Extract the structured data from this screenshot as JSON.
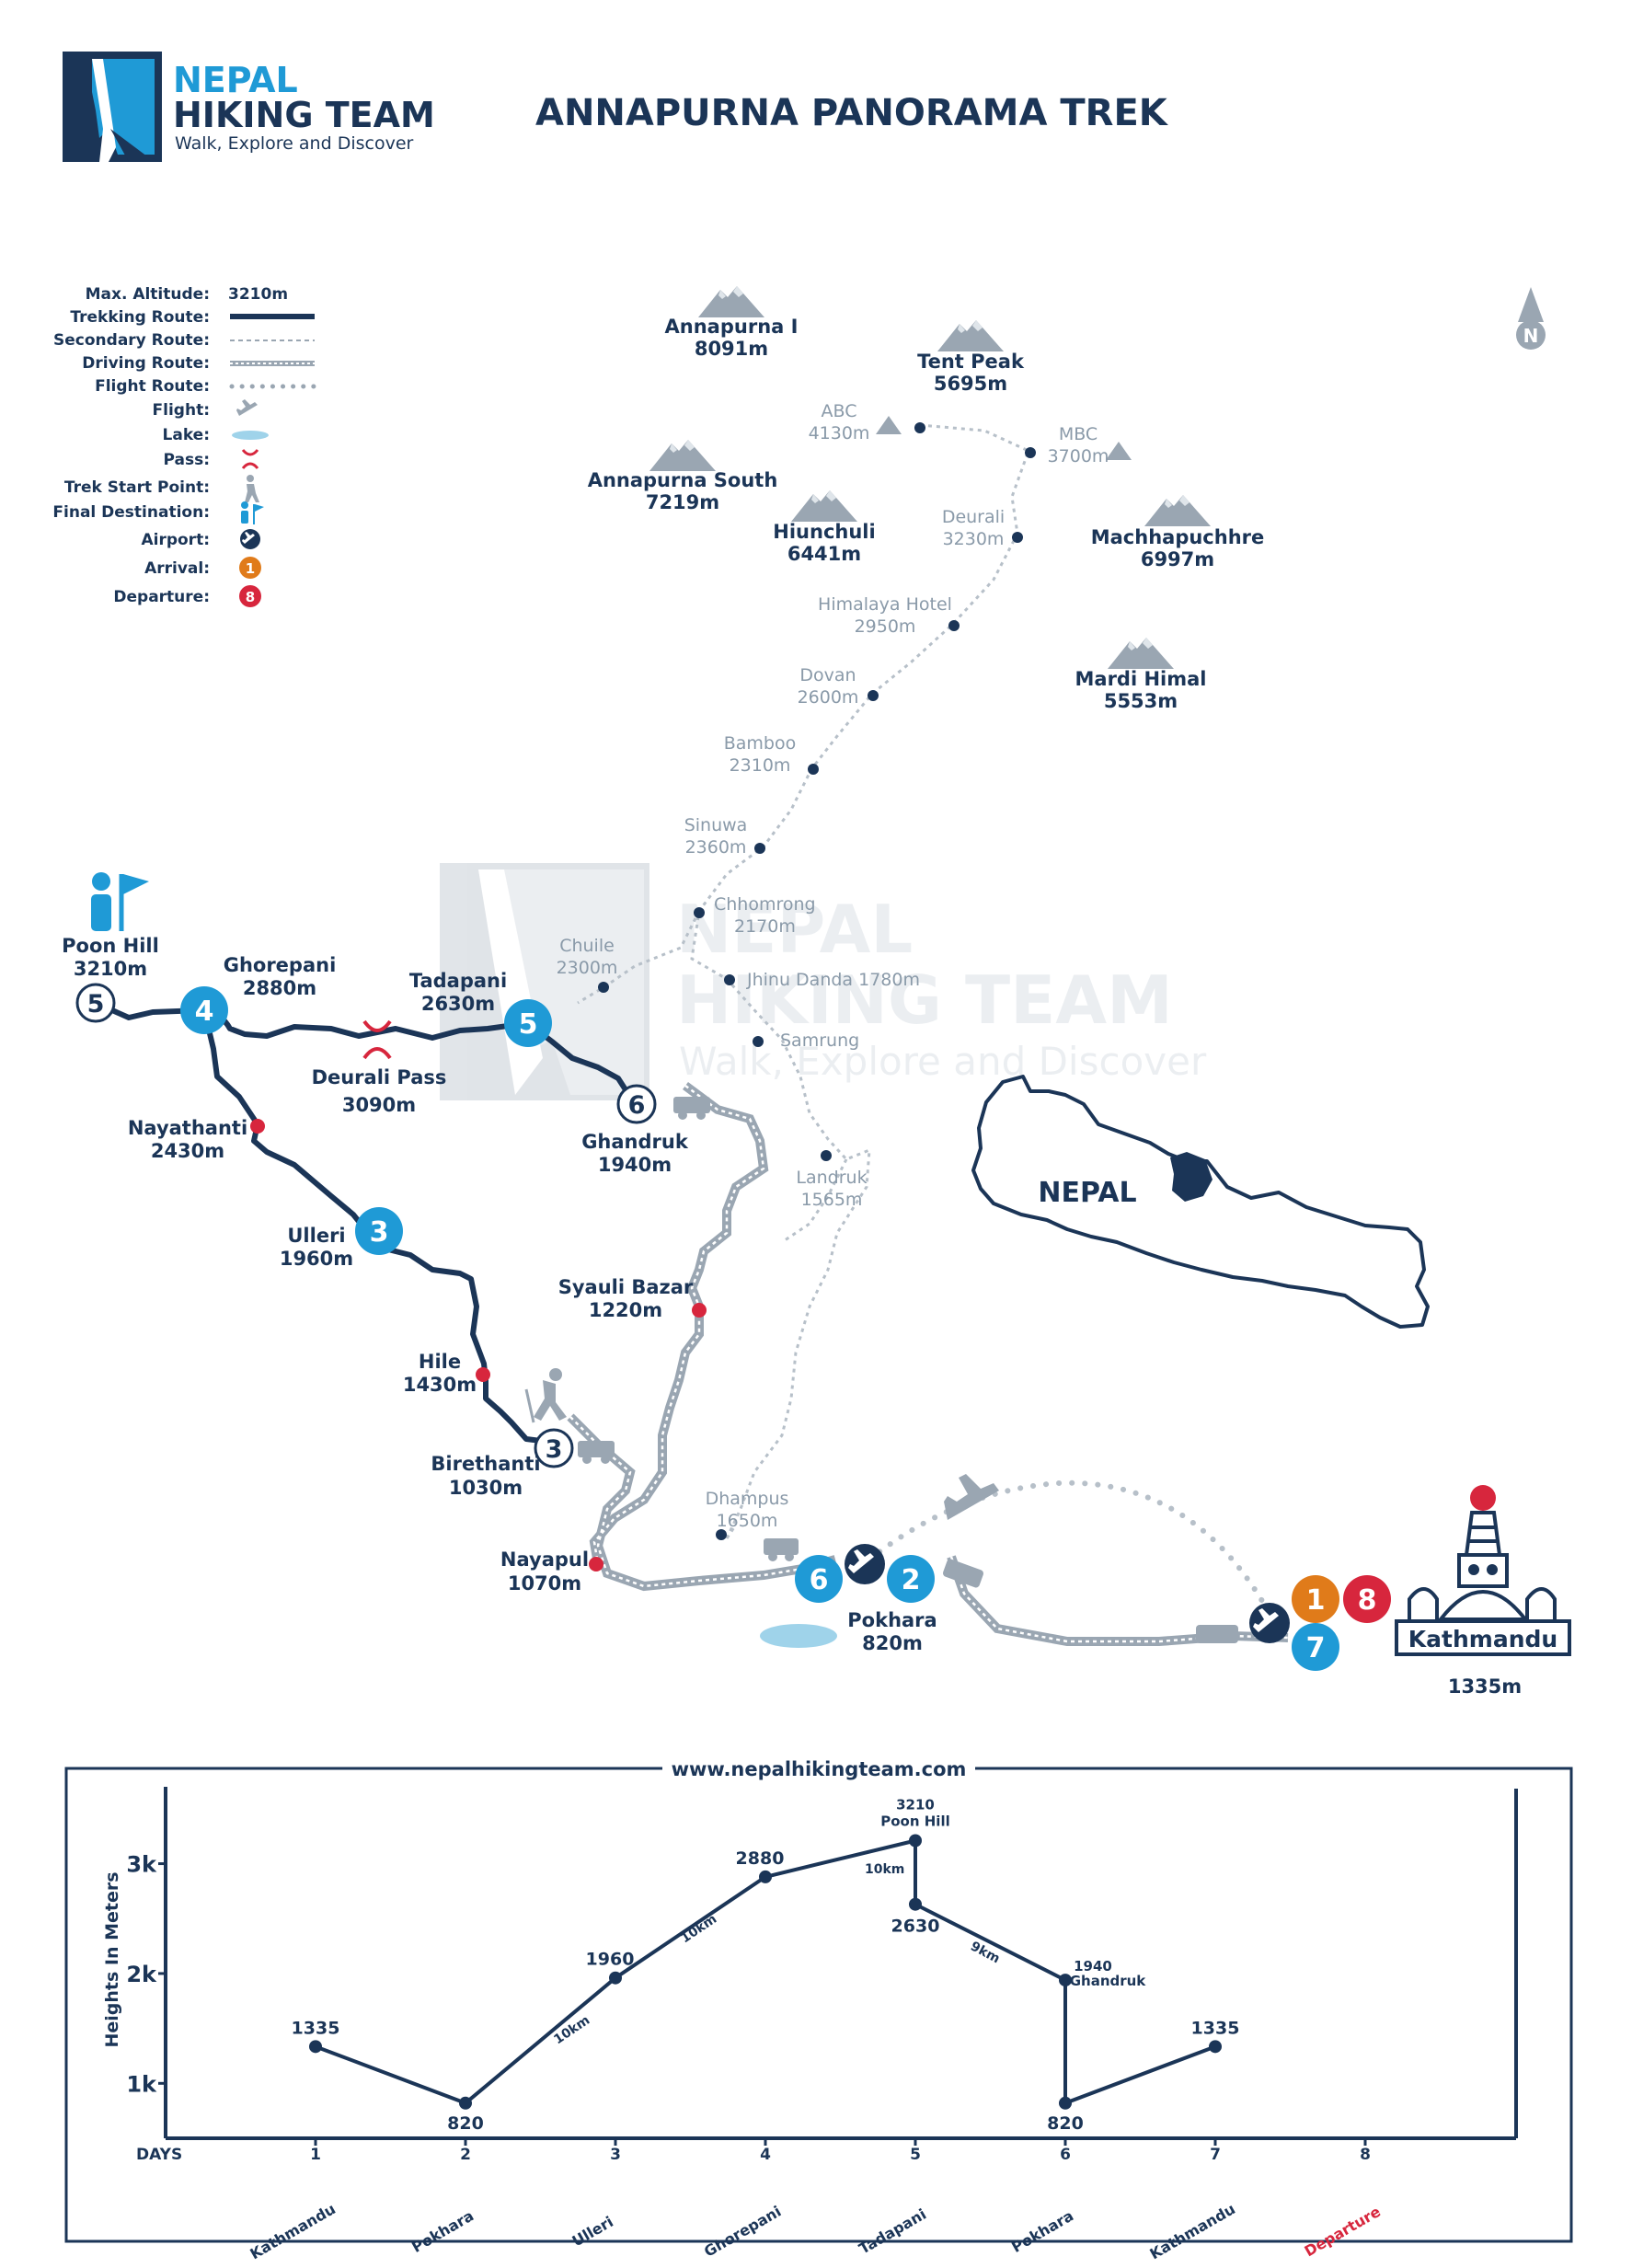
{
  "header": {
    "brand_line1": "NEPAL",
    "brand_line2": "HIKING TEAM",
    "brand_tagline": "Walk, Explore and Discover",
    "title": "ANNAPURNA PANORAMA TREK"
  },
  "colors": {
    "navy": "#1b3557",
    "blue": "#1f9ad6",
    "red": "#d7263d",
    "orange": "#e07b1a",
    "grey": "#9aa6b2",
    "lake": "#9fd3ea"
  },
  "legend": {
    "max_altitude_label": "Max. Altitude:",
    "max_altitude_value": "3210m",
    "items": [
      {
        "label": "Trekking Route:",
        "icon": "trekking-route-line"
      },
      {
        "label": "Secondary Route:",
        "icon": "secondary-route-line"
      },
      {
        "label": "Driving Route:",
        "icon": "driving-route-line"
      },
      {
        "label": "Flight Route:",
        "icon": "flight-route-line"
      },
      {
        "label": "Flight:",
        "icon": "plane-icon"
      },
      {
        "label": "Lake:",
        "icon": "lake-icon"
      },
      {
        "label": "Pass:",
        "icon": "pass-icon"
      },
      {
        "label": "Trek Start Point:",
        "icon": "hiker-icon"
      },
      {
        "label": "Final Destination:",
        "icon": "destination-icon"
      },
      {
        "label": "Airport:",
        "icon": "airport-icon"
      },
      {
        "label": "Arrival:",
        "icon": "arrival-badge",
        "value": "1"
      },
      {
        "label": "Departure:",
        "icon": "departure-badge",
        "value": "8"
      }
    ]
  },
  "compass": {
    "label": "N"
  },
  "peaks": [
    {
      "name": "Annapurna I",
      "elev": "8091m"
    },
    {
      "name": "Tent Peak",
      "elev": "5695m"
    },
    {
      "name": "Annapurna South",
      "elev": "7219m"
    },
    {
      "name": "Hiunchuli",
      "elev": "6441m"
    },
    {
      "name": "Machhapuchhre",
      "elev": "6997m"
    },
    {
      "name": "Mardi Himal",
      "elev": "5553m"
    }
  ],
  "secondary_places": [
    {
      "name": "ABC",
      "elev": "4130m"
    },
    {
      "name": "MBC",
      "elev": "3700m"
    },
    {
      "name": "Deurali",
      "elev": "3230m"
    },
    {
      "name": "Himalaya Hotel",
      "elev": "2950m"
    },
    {
      "name": "Dovan",
      "elev": "2600m"
    },
    {
      "name": "Bamboo",
      "elev": "2310m"
    },
    {
      "name": "Sinuwa",
      "elev": "2360m"
    },
    {
      "name": "Chhomrong",
      "elev": "2170m"
    },
    {
      "name": "Chuile",
      "elev": "2300m"
    },
    {
      "name": "Jhinu Danda 1780m",
      "elev": ""
    },
    {
      "name": "Samrung",
      "elev": ""
    },
    {
      "name": "Landruk",
      "elev": "1565m"
    },
    {
      "name": "Dhampus",
      "elev": "1650m"
    }
  ],
  "route_places": [
    {
      "name": "Poon Hill",
      "elev": "3210m"
    },
    {
      "name": "Ghorepani",
      "elev": "2880m"
    },
    {
      "name": "Tadapani",
      "elev": "2630m"
    },
    {
      "name": "Deurali Pass",
      "elev": "3090m"
    },
    {
      "name": "Ghandruk",
      "elev": "1940m"
    },
    {
      "name": "Nayathanti",
      "elev": "2430m"
    },
    {
      "name": "Ulleri",
      "elev": "1960m"
    },
    {
      "name": "Syauli Bazar",
      "elev": "1220m"
    },
    {
      "name": "Hile",
      "elev": "1430m"
    },
    {
      "name": "Birethanti",
      "elev": "1030m"
    },
    {
      "name": "Nayapul",
      "elev": "1070m"
    },
    {
      "name": "Pokhara",
      "elev": "820m"
    },
    {
      "name": "Kathmandu",
      "elev": "1335m"
    }
  ],
  "day_markers": {
    "poon_hill": "5",
    "ghorepani": "4",
    "tadapani": "5",
    "ghandruk": "6",
    "ulleri": "3",
    "birethanti": "3",
    "pokhara_a": "6",
    "pokhara_b": "2",
    "arrival": "1",
    "departure": "8",
    "kathmandu": "7"
  },
  "inset": {
    "country": "NEPAL"
  },
  "watermark": {
    "line1": "NEPAL",
    "line2": "HIKING TEAM",
    "line3": "Walk, Explore and Discover"
  },
  "profile": {
    "url": "www.nepalhikingteam.com",
    "y_axis_title": "Heights In Meters",
    "days_label": "DAYS",
    "distance_labels": [
      "10km",
      "10km",
      "10km",
      "9km"
    ]
  },
  "chart_data": {
    "type": "line",
    "title": "",
    "xlabel": "DAYS",
    "ylabel": "Heights In Meters",
    "y_ticks": [
      "1k",
      "2k",
      "3k"
    ],
    "ylim": [
      500,
      3700
    ],
    "x_ticks": [
      "1",
      "2",
      "3",
      "4",
      "5",
      "6",
      "7",
      "8"
    ],
    "day_names": [
      "Kathmandu",
      "Pokhara",
      "Ulleri",
      "Ghorepani",
      "Tadapani",
      "Pokhara",
      "Kathmandu",
      "Departure"
    ],
    "points": [
      {
        "day": 1,
        "alt": 1335,
        "label": "1335",
        "name": ""
      },
      {
        "day": 2,
        "alt": 820,
        "label": "820",
        "name": ""
      },
      {
        "day": 3,
        "alt": 1960,
        "label": "1960",
        "name": ""
      },
      {
        "day": 4,
        "alt": 2880,
        "label": "2880",
        "name": ""
      },
      {
        "day": 5,
        "alt": 3210,
        "label": "3210",
        "name": "Poon Hill"
      },
      {
        "day": 5,
        "alt": 2630,
        "label": "2630",
        "name": ""
      },
      {
        "day": 6,
        "alt": 1940,
        "label": "1940",
        "name": "Ghandruk"
      },
      {
        "day": 6,
        "alt": 820,
        "label": "820",
        "name": ""
      },
      {
        "day": 7,
        "alt": 1335,
        "label": "1335",
        "name": ""
      }
    ]
  }
}
